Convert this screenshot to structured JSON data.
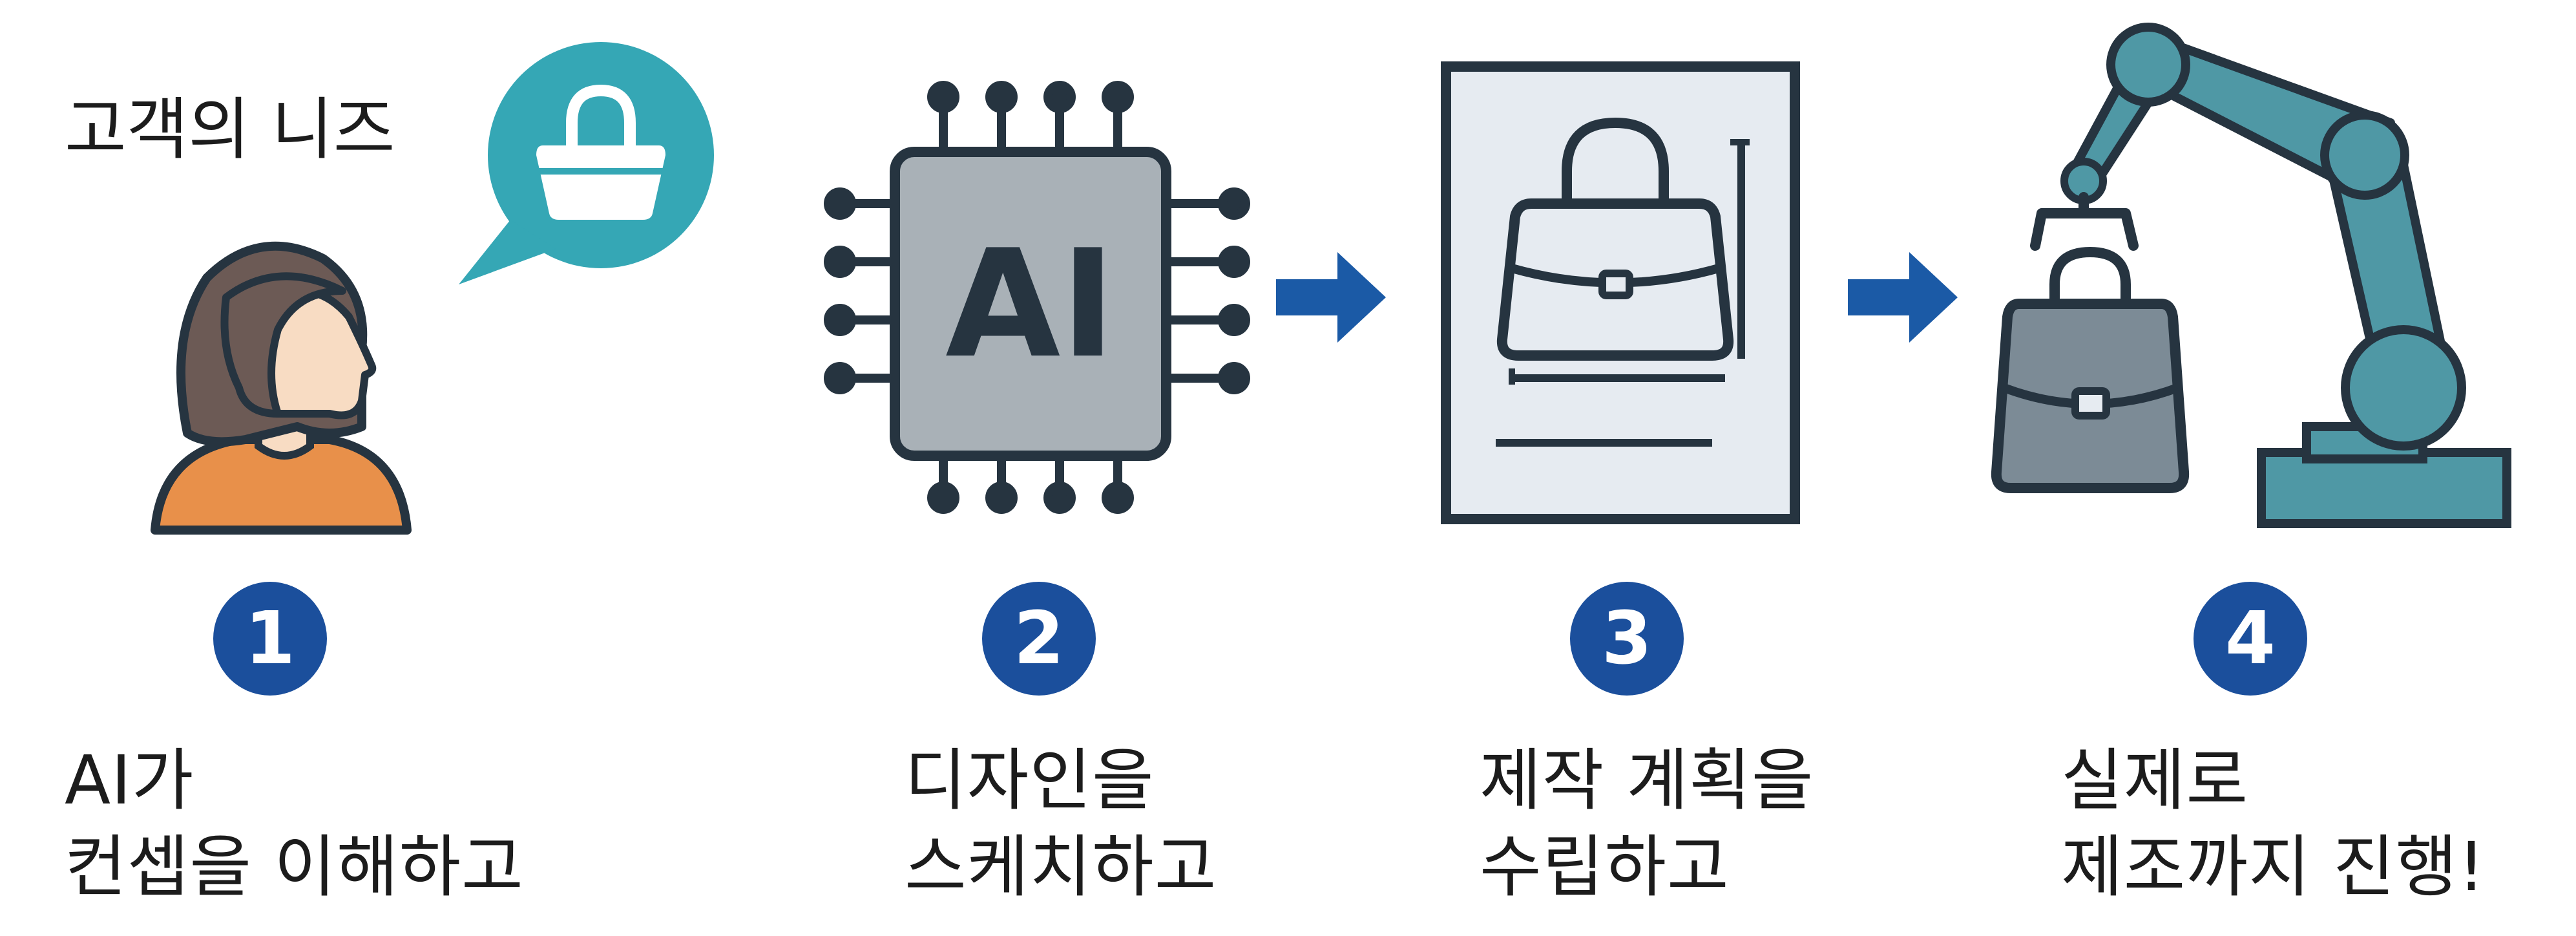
{
  "diagram": {
    "customer_need_label": "고객의 니즈",
    "chip_label": "AI",
    "steps": [
      {
        "number": "1",
        "line1": "AI가",
        "line2": "컨셉을 이해하고"
      },
      {
        "number": "2",
        "line1": "디자인을",
        "line2": "스케치하고"
      },
      {
        "number": "3",
        "line1": "제작 계획을",
        "line2": "수립하고"
      },
      {
        "number": "4",
        "line1": "실제로",
        "line2": "제조까지 진행!"
      }
    ],
    "colors": {
      "badge": "#1b4f9c",
      "arrow": "#1b5aa6",
      "speech_bubble": "#35a7b5",
      "robot_arm": "#4f98a5",
      "chip": "#a9b1b7",
      "outline": "#263440",
      "shirt": "#e8904a",
      "hair": "#6c5a55",
      "skin": "#f8dcc3",
      "bag": "#7c8b96",
      "paper": "#e6ebf1"
    }
  }
}
